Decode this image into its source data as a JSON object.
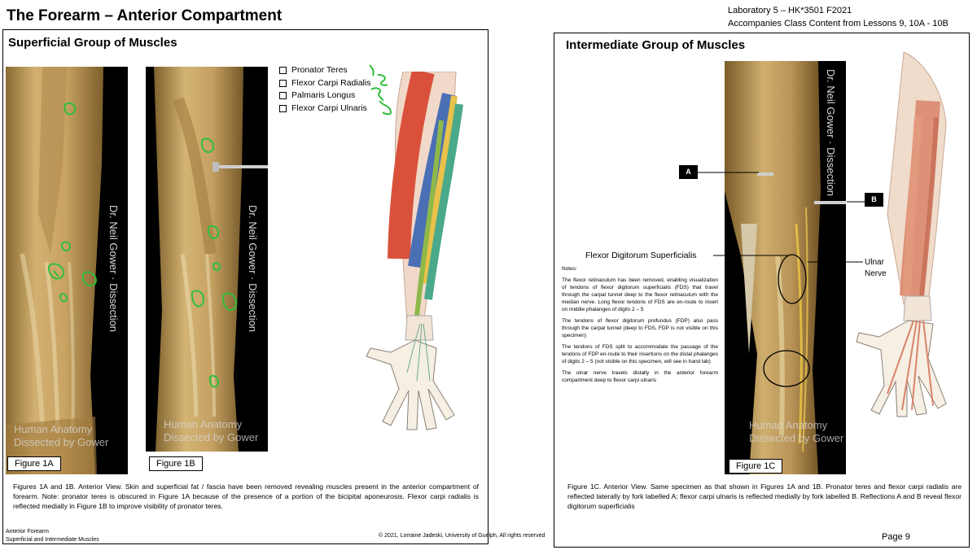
{
  "header": {
    "title": "The Forearm – Anterior Compartment",
    "lab_title": "Laboratory 5 – HK*3501 F2021",
    "lab_subtitle": "Accompanies Class Content from Lessons 9, 10A - 10B"
  },
  "left_panel": {
    "section_title": "Superficial Group of Muscles",
    "muscle_list": [
      "Pronator Teres",
      "Flexor Carpi Radialis",
      "Palmaris Longus",
      "Flexor Carpi Ulnaris"
    ],
    "figure_1a_label": "Figure 1A",
    "figure_1b_label": "Figure 1B",
    "caption": "Figures 1A and 1B. Anterior View. Skin and superficial fat / fascia have been removed revealing muscles present in the anterior compartment of forearm. Note: pronator teres is obscured in Figure 1A because of the presence of a portion of the bicipital aponeurosis. Flexor carpi radialis is reflected medially in Figure 1B to improve visibility of pronator teres."
  },
  "right_panel": {
    "section_title": "Intermediate Group of Muscles",
    "figure_1c_label": "Figure 1C",
    "marker_a": "A",
    "marker_b": "B",
    "fds_label": "Flexor Digitorum Superficialis",
    "ulnar_label_line1": "Ulnar",
    "ulnar_label_line2": "Nerve",
    "notes": {
      "heading": "Notes:",
      "p1": "The flexor retinaculum has been removed, enabling visualization of tendons of flexor digitorum superficialis (FDS) that travel through the carpal tunnel deep to the flexor retinaculum with the median nerve. Long flexor tendons of FDS are en-route to insert on middle phalanges of digits 2 – 5",
      "p2": "The tendons of flexor digitorum profundus (FDP) also pass through the carpal tunnel (deep to FDS, FDP is not visible on this specimen)",
      "p3": "The tendons of FDS split to accommodate the passage of the tendons of FDP en-route to their insertions on the distal phalanges of digits 2 – 5 (not visible on this specimen, will see in hand lab)",
      "p4": "The ulnar nerve travels distally in the anterior forearm compartment deep to flexor carpi ulnaris"
    },
    "caption": "Figure 1C. Anterior View. Same specimen as that shown in Figures 1A and 1B. Pronator teres and flexor carpi radialis are reflected laterally by fork labelled A; flexor carpi ulnaris is reflected medially by fork labelled B. Reflections A and B reveal flexor digitorum superficialis"
  },
  "watermarks": {
    "vertical": "Dr. Neil Gower · Dissection",
    "bottom_line1": "Human Anatomy",
    "bottom_line2": "Dissected by Gower"
  },
  "footer": {
    "left_line1": "Anterior Forearm",
    "left_line2": "Superficial and Intermediate Muscles",
    "center": "© 2021, Lorraine Jadeski, University of Guelph, All rights reserved",
    "page": "Page 9"
  },
  "colors": {
    "annotation_green": "#2fbf3a",
    "specimen_tan": "#c9a464",
    "photo_background": "#000000"
  }
}
